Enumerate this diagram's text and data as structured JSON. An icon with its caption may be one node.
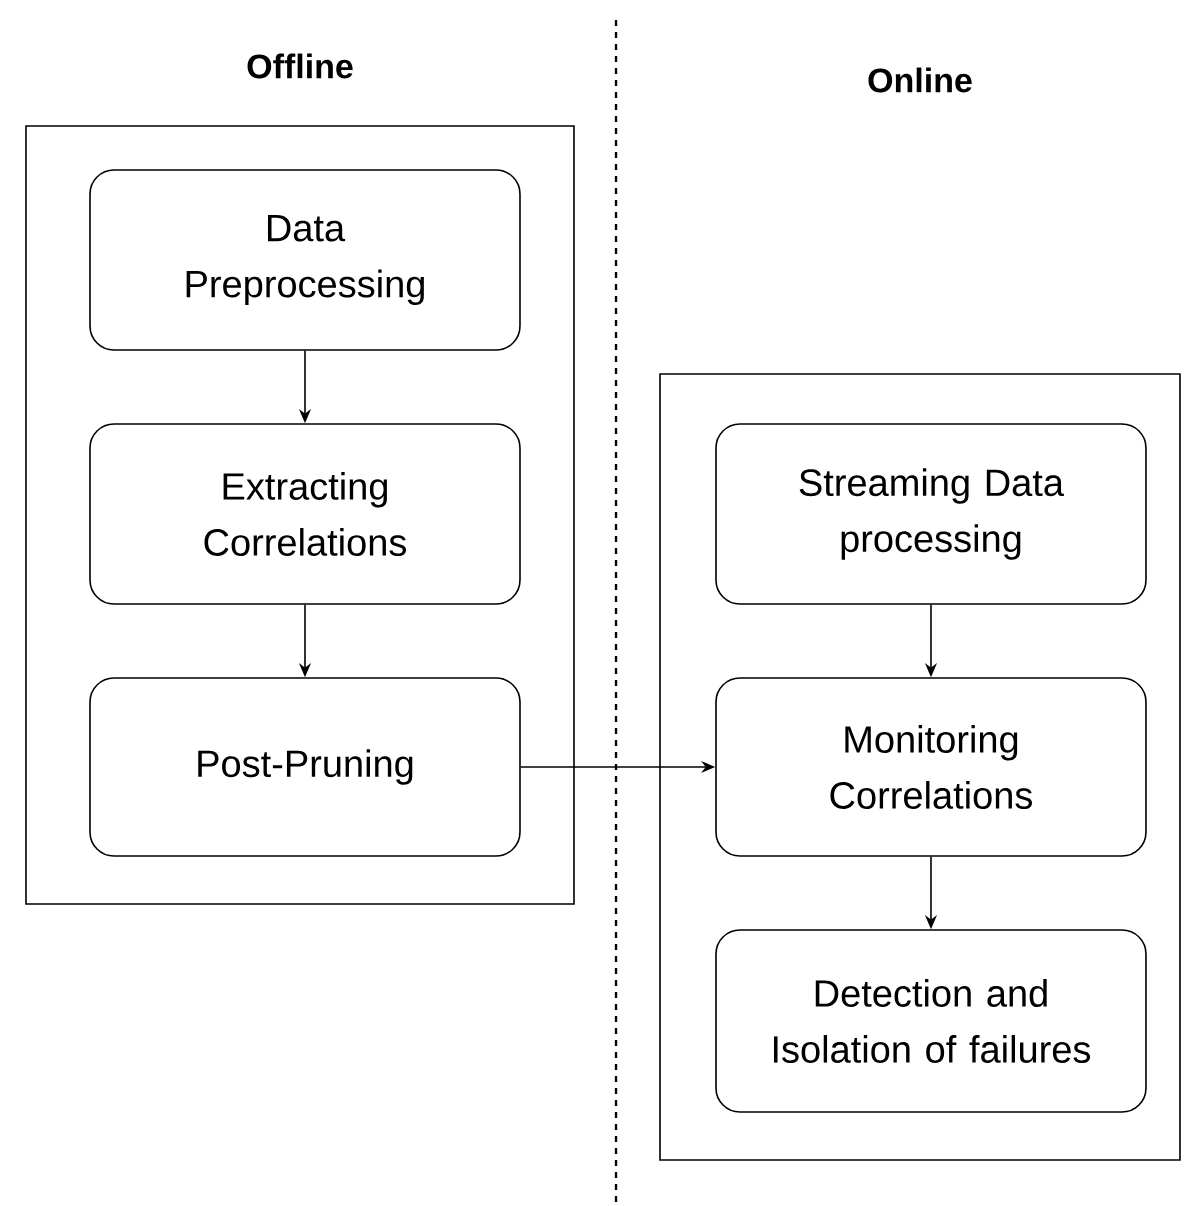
{
  "diagram": {
    "nodes": [
      {
        "text": [],
        "shape": "box"
      },
      {
        "text": [
          "Data Preprocessing"
        ],
        "in": 0
      },
      {
        "text": [
          "Extracting Correlations"
        ],
        "in": 0
      },
      {
        "text": [
          "Post-Pruning"
        ],
        "in": 0
      },
      {
        "text": [],
        "shape": "box"
      },
      {
        "text": [
          "Streaming Data processing"
        ],
        "in": 4
      },
      {
        "text": [
          "Monitoring Correlations"
        ],
        "in": 4
      },
      {
        "text": [
          "Detection and Isolation of failures"
        ],
        "in": 4
      }
    ],
    "labels": [
      "Offline",
      "Online"
    ],
    "edges": [
      {
        "from": 1,
        "to": 2,
        "arrow": "to"
      },
      {
        "from": 2,
        "to": 3,
        "arrow": "to"
      },
      {
        "from": 3,
        "to": 6,
        "arrow": "to"
      },
      {
        "from": 5,
        "to": 6,
        "arrow": "to"
      },
      {
        "from": 6,
        "to": 7,
        "arrow": "to"
      }
    ]
  }
}
